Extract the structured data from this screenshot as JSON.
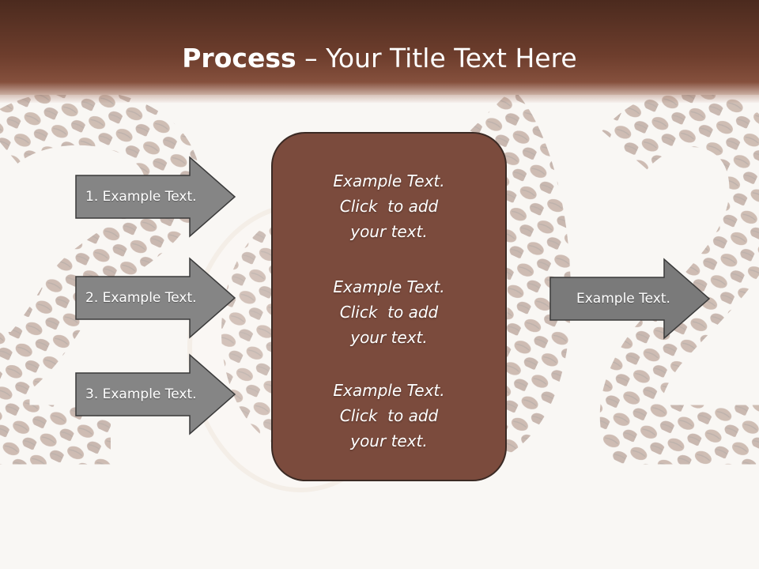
{
  "slide": {
    "title_bold": "Process",
    "title_rest": " – Your Title Text Here"
  },
  "input_arrows": [
    {
      "label": "1. Example Text."
    },
    {
      "label": "2. Example Text."
    },
    {
      "label": "3. Example Text."
    }
  ],
  "center_box": {
    "paragraphs": [
      {
        "lines": [
          "Example Text.",
          "Click  to add",
          "your text."
        ]
      },
      {
        "lines": [
          "Example Text.",
          "Click  to add",
          "your text."
        ]
      },
      {
        "lines": [
          "Example Text.",
          "Click  to add",
          "your text."
        ]
      }
    ]
  },
  "output_arrow": {
    "label": "Example Text."
  },
  "colors": {
    "header": "#6e3e2d",
    "center_box_fill": "#7b4b3d",
    "center_box_stroke": "#3b2a24",
    "arrow_fill": "#858585",
    "arrow_stroke": "#3a3a3a"
  }
}
